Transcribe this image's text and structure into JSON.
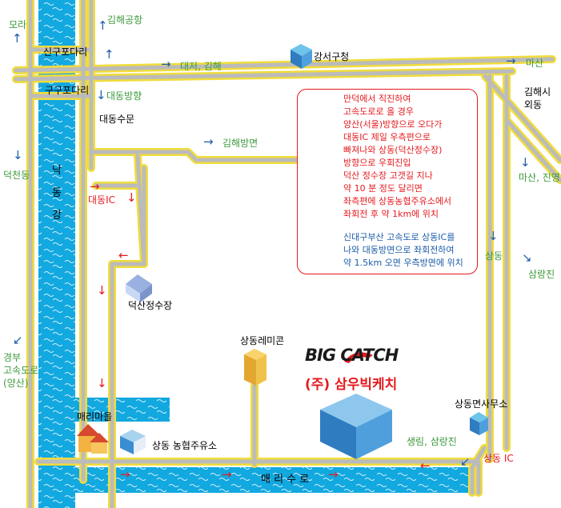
{
  "labels": {
    "mora": "모라",
    "gimhae_airport": "김해공항",
    "singupo_bridge": "신구포다리",
    "gangseo_office": "강서구청",
    "daejeo_gimhae": "대저, 김해",
    "masan_top": "마산",
    "gugupo_bridge": "구구포다리",
    "daedong_direction": "대동방향",
    "daedong_gate": "대동수문",
    "gimhae_direction": "김해방면",
    "gimhae_si": "김해시",
    "oedong": "외동",
    "deokcheon": "덕천동",
    "daedong_ic": "대동IC",
    "masan_jinyeong": "마산, 진영",
    "sangdong_right": "상동",
    "samrangjin": "삼랑진",
    "deoksan_plant": "덕산정수장",
    "gyeongbu_1": "경부",
    "gyeongbu_2": "고속도로",
    "gyeongbu_3": "(양산)",
    "sangdong_remicon": "상동레미콘",
    "mari_village": "매리마을",
    "sangdong_office": "상동면사무소",
    "nonghyup_station": "상동 농협주유소",
    "saengrim_samrangjin": "생림, 삼랑진",
    "sangdong_ic": "상동 IC",
    "mari_road": "매 리 수 로"
  },
  "river_label": [
    "낙",
    "동",
    "강"
  ],
  "directions_box": {
    "car1_lines": [
      "만덕에서 직진하여",
      "고속도로로 올 경우",
      "양산(서울)방향으로 오다가",
      "대동IC 제일 우측편으로",
      "빠져나와 상동(덕산정수장)",
      "방향으로 우회진입",
      "덕산 정수장 고갯길 지나",
      "약 10 분 정도 달리면",
      "좌측편에 상동농협주유소에서",
      "좌회전 후 약 1km에 위치"
    ],
    "car2_lines": [
      "신대구부산 고속도로 상동IC를",
      "나와 대동방면으로 좌회전하여",
      "약 1.5km 오면 우측방면에 위치"
    ]
  },
  "company": {
    "logo_text": "BIG CATCH",
    "name": "(주) 삼우빅케치"
  },
  "colors": {
    "river": "#12a8e0",
    "road_fill": "#bbbbbb",
    "road_edge": "#f0dc3c",
    "label_green": "#3d9a3d",
    "label_red": "#e5191e",
    "arrow_blue": "#1b5da8"
  }
}
